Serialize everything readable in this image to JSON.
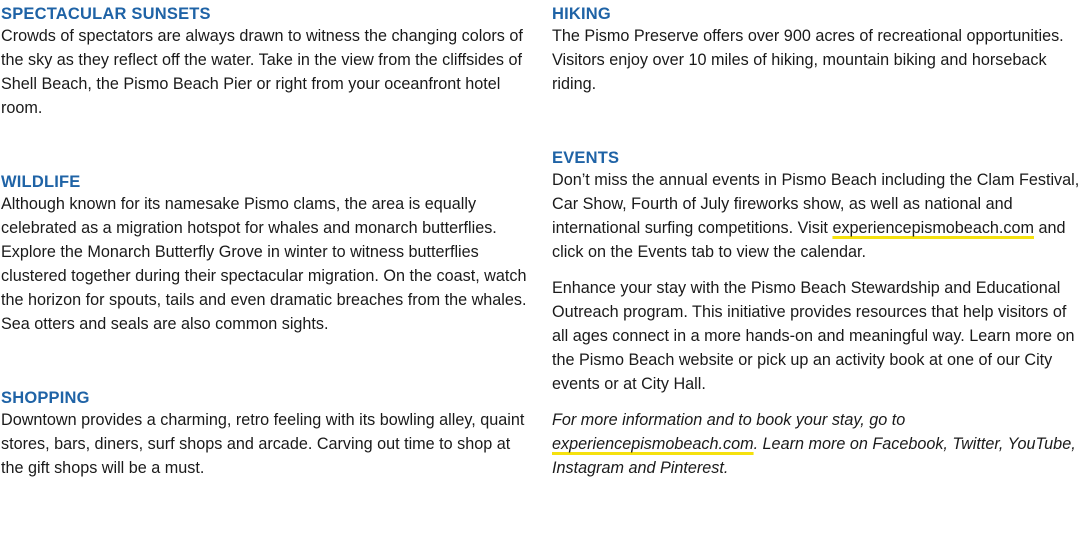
{
  "left": {
    "sunsets": {
      "heading": "SPECTACULAR SUNSETS",
      "body": "Crowds of spectators are always drawn to witness the changing colors of the sky as they reflect off the water. Take in the view from the cliffsides of Shell Beach, the Pismo Beach Pier or right from your oceanfront hotel room."
    },
    "wildlife": {
      "heading": "WILDLIFE",
      "body": "Although known for its namesake Pismo clams, the area is equally celebrated as a migration hotspot for whales and monarch butterflies. Explore the Monarch Butterfly Grove in winter to witness butterflies clustered together during their spectacular migration. On the coast, watch the horizon for spouts, tails and even dramatic breaches from the whales. Sea otters and seals are also common sights."
    },
    "shopping": {
      "heading": "SHOPPING",
      "body": "Downtown provides a charming, retro feeling with its bowling alley, quaint stores, bars, diners, surf shops and arcade. Carving out time to shop at the gift shops will be a must."
    }
  },
  "right": {
    "hiking": {
      "heading": "HIKING",
      "body": "The Pismo Preserve offers over 900 acres of recreational opportunities. Visitors enjoy over 10 miles of hiking, mountain biking and horseback riding."
    },
    "events": {
      "heading": "EVENTS",
      "p1_before": "Don’t miss the annual events in Pismo Beach including the Clam Festival, Car Show, Fourth of July fireworks show, as well as national and international surfing competitions. Visit ",
      "p1_link": "experiencepismobeach.com",
      "p1_after": " and click on the Events tab to view the calendar.",
      "p2": "Enhance your stay with the Pismo Beach Stewardship and Educational Outreach program. This initiative provides resources that help visitors of all ages connect in a more hands-on and meaningful way. Learn more on the Pismo Beach website or pick up an activity book at one of our City events or at City Hall.",
      "p3_before": "For more information and to book your stay, go to ",
      "p3_link": "experiencepismobeach.com",
      "p3_after": ". Learn more on Facebook, Twitter, YouTube, Instagram and Pinterest."
    }
  },
  "colors": {
    "heading": "#1f63a6",
    "text": "#1a1a1a",
    "link_highlight": "#f5e10e"
  }
}
